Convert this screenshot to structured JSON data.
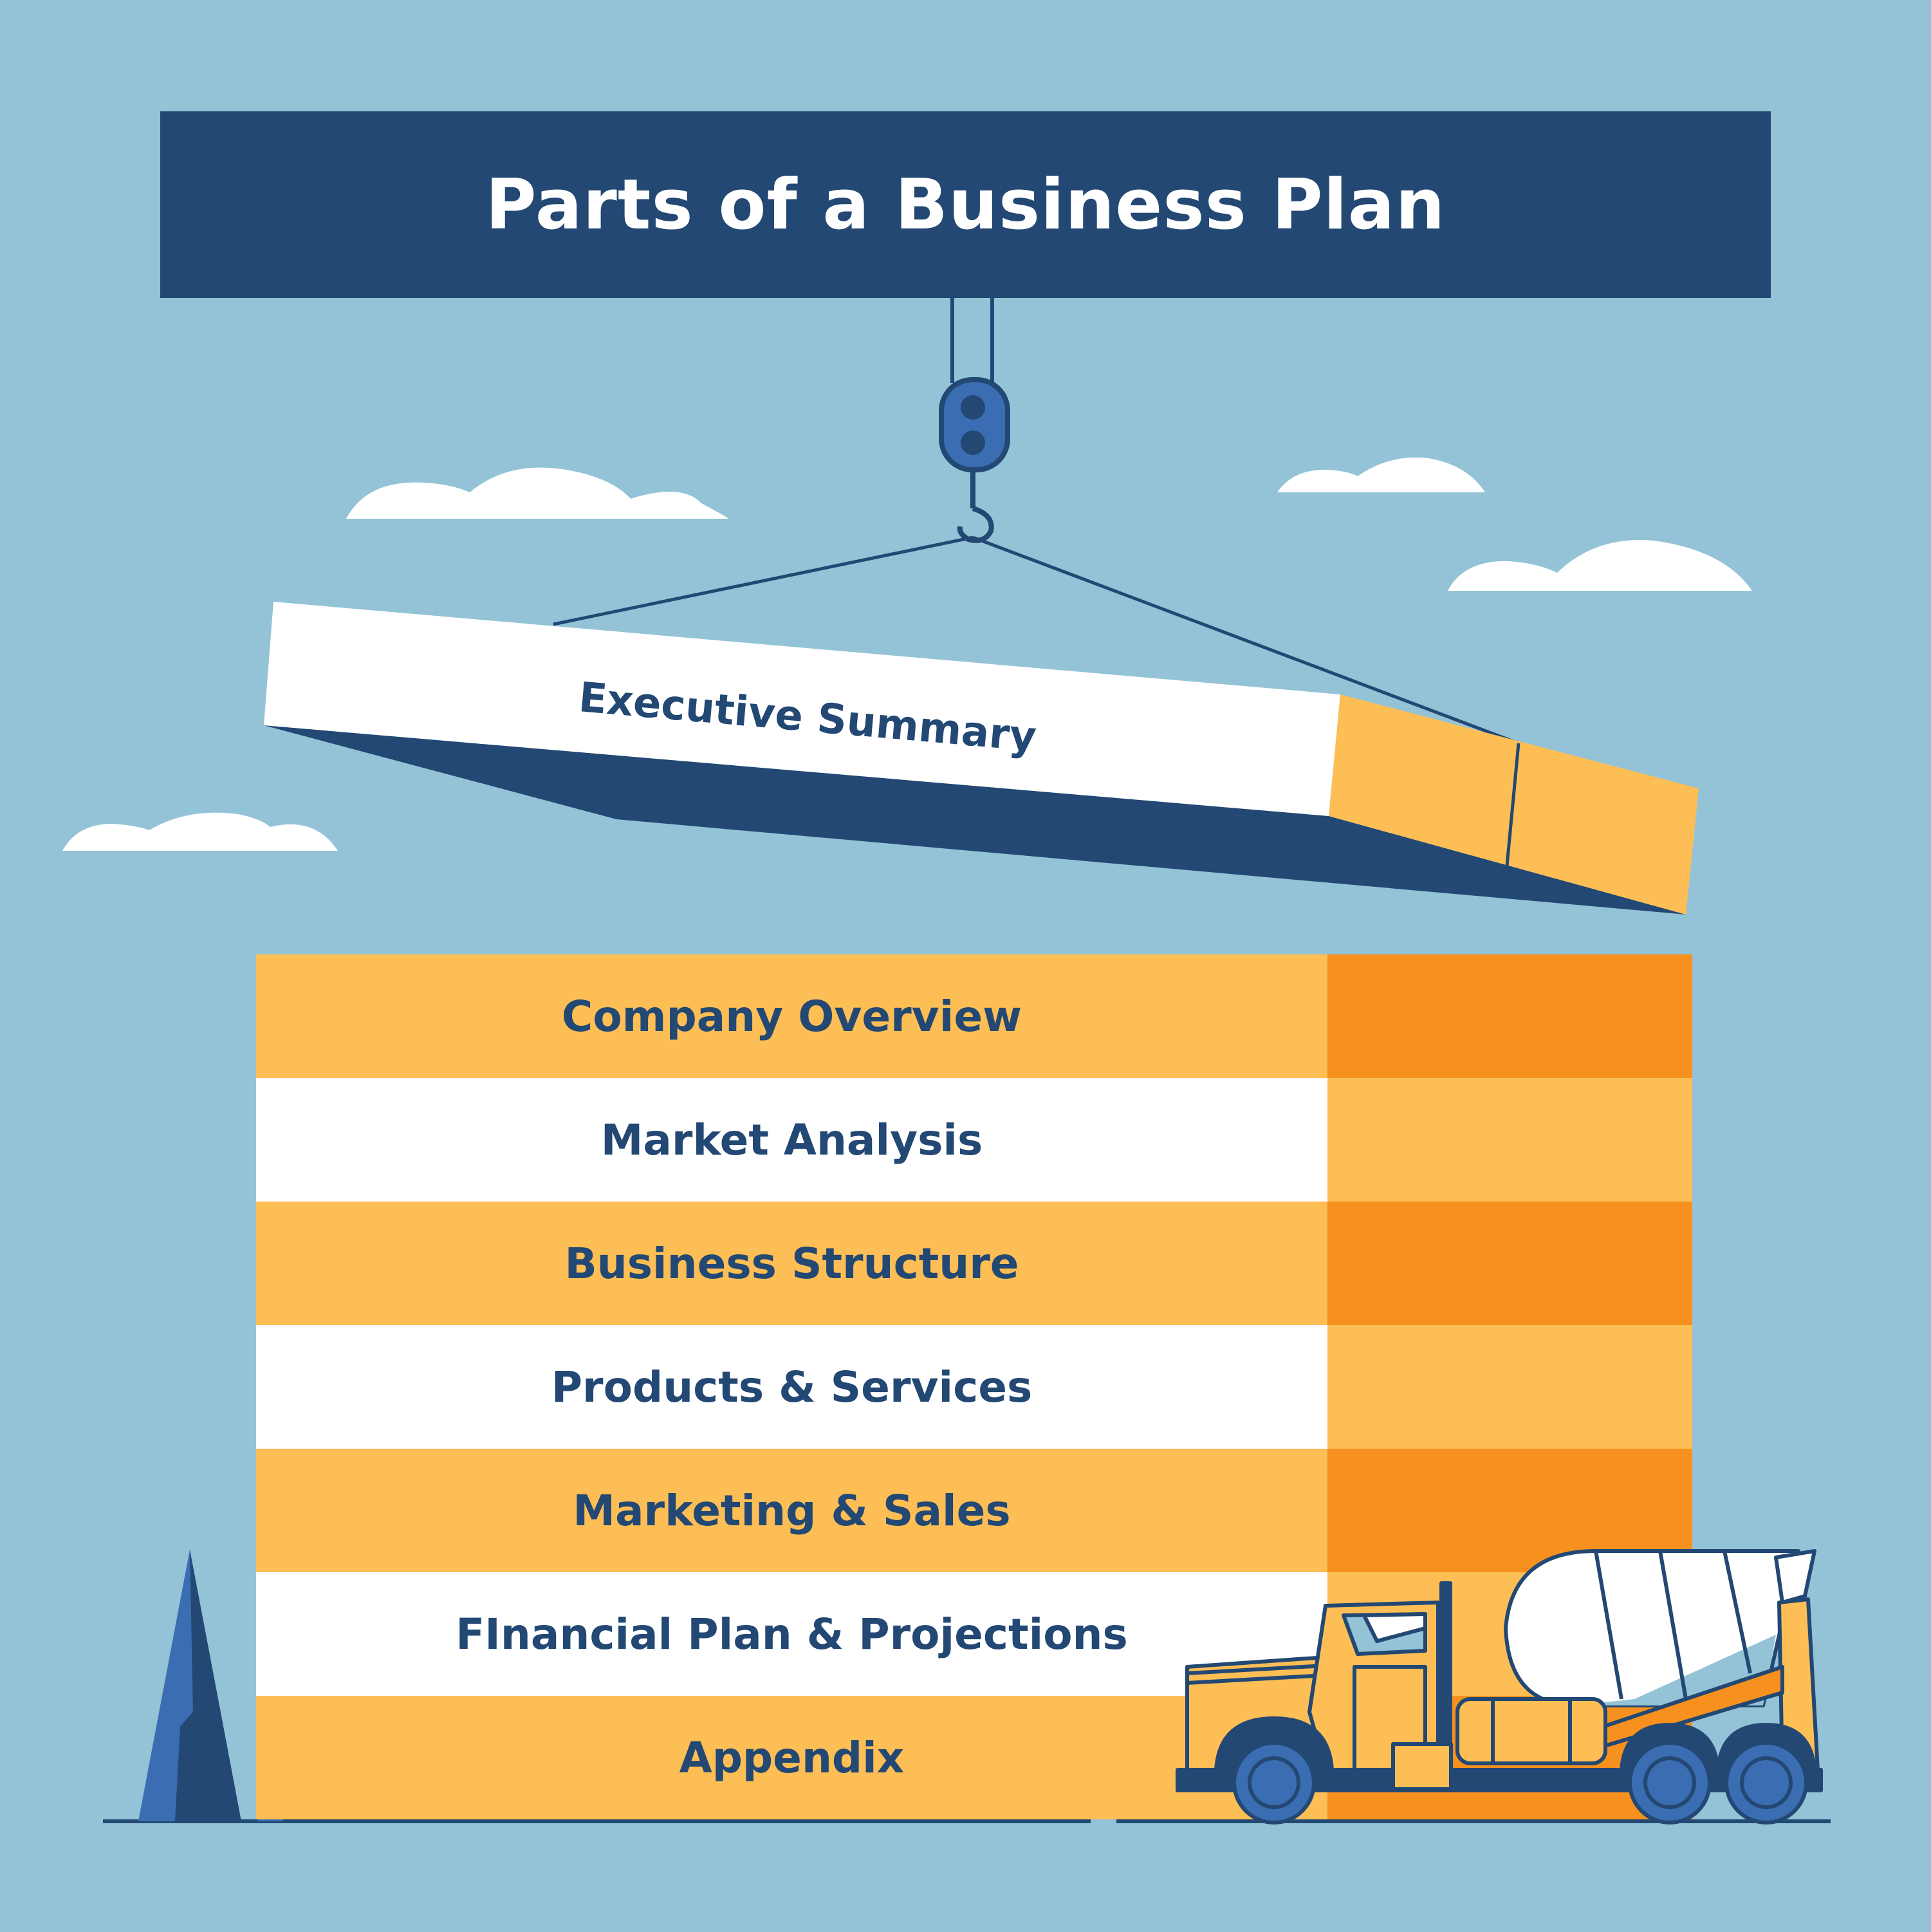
{
  "title": "Parts of a Business Plan",
  "beam_label": "Executive Summary",
  "floors": [
    {
      "label": "Company Overview",
      "style": "orange"
    },
    {
      "label": "Market Analysis",
      "style": "white"
    },
    {
      "label": "Business Structure",
      "style": "orange"
    },
    {
      "label": "Products & Services",
      "style": "white"
    },
    {
      "label": "Marketing & Sales",
      "style": "orange"
    },
    {
      "label": "FInancial Plan & Projections",
      "style": "white"
    },
    {
      "label": "Appendix",
      "style": "orange"
    }
  ],
  "colors": {
    "sky": "#94c3d7",
    "navy": "#224873",
    "light_orange": "#fdbe55",
    "dark_orange": "#f6911f",
    "white": "#ffffff",
    "mid_blue": "#3a6db2"
  },
  "icons": [
    "crane-hook-icon",
    "cloud-icon",
    "cement-truck-icon",
    "pine-tree-icon"
  ]
}
